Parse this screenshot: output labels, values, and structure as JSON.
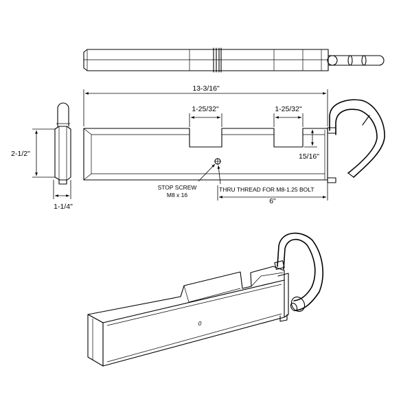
{
  "dimensions": {
    "overall_length": "13-3/16\"",
    "notch_width_left": "1-25/32\"",
    "notch_width_right": "1-25/32\"",
    "notch_depth": "15/16\"",
    "height": "2-1/2\"",
    "thickness": "1-1/4\"",
    "bolt_offset": "6\""
  },
  "callouts": {
    "stop_screw_line1": "STOP SCREW",
    "stop_screw_line2": "M8 x 16",
    "thru_thread": "THRU THREAD FOR M8-1.25 BOLT"
  },
  "iso_label": "0"
}
